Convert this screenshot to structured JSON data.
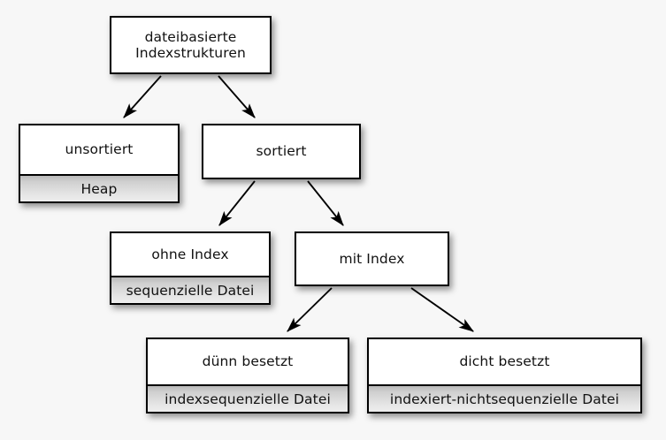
{
  "diagram": {
    "title_text": "dateibasierte Indexstrukturen",
    "background_color": "#f7f7f7",
    "box_fill_color": "#ffffff",
    "subbox_fill_color": "#d8d8d8",
    "border_color": "#000000",
    "text_color": "#111111",
    "nodes": [
      {
        "id": "root",
        "title": "dateibasierte\nIndexstrukturen",
        "sub": null
      },
      {
        "id": "unsortiert",
        "title": "unsortiert",
        "sub": "Heap"
      },
      {
        "id": "sortiert",
        "title": "sortiert",
        "sub": null
      },
      {
        "id": "ohne-index",
        "title": "ohne Index",
        "sub": "sequenzielle Datei"
      },
      {
        "id": "mit-index",
        "title": "mit Index",
        "sub": null
      },
      {
        "id": "duenn",
        "title": "dünn besetzt",
        "sub": "indexsequenzielle Datei"
      },
      {
        "id": "dicht",
        "title": "dicht besetzt",
        "sub": "indexiert-nichtsequenzielle Datei"
      }
    ],
    "edges": [
      {
        "from": "root",
        "to": "unsortiert"
      },
      {
        "from": "root",
        "to": "sortiert"
      },
      {
        "from": "sortiert",
        "to": "ohne-index"
      },
      {
        "from": "sortiert",
        "to": "mit-index"
      },
      {
        "from": "mit-index",
        "to": "duenn"
      },
      {
        "from": "mit-index",
        "to": "dicht"
      }
    ]
  }
}
